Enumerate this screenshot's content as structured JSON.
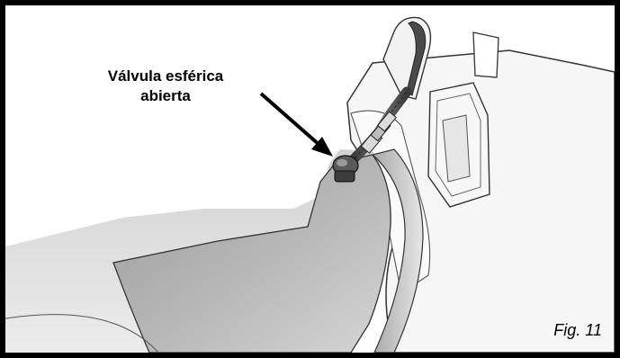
{
  "callout": {
    "line1": "Válvula esférica",
    "line2": "abierta"
  },
  "figure": {
    "label": "Fig. 11"
  },
  "colors": {
    "frame": "#000000",
    "outline": "#333333",
    "body_light": "#f4f4f4",
    "shade_dark": "#8c8c8c",
    "shade_mid": "#b5b5b5"
  }
}
